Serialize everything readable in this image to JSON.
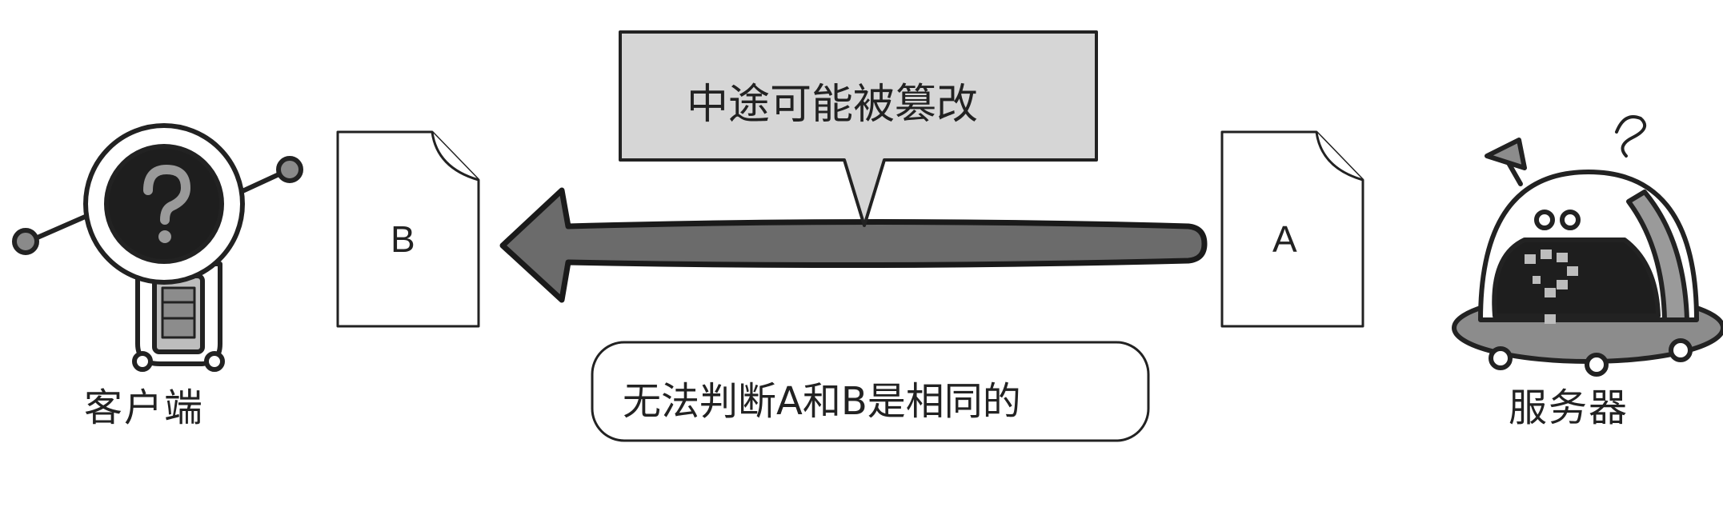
{
  "callout": {
    "text": "中途可能被篡改"
  },
  "note": {
    "text": "无法判断A和B是相同的"
  },
  "client": {
    "label": "客户端",
    "document_letter": "B"
  },
  "server": {
    "label": "服务器",
    "document_letter": "A"
  },
  "colors": {
    "arrow": "#6b6b6b",
    "callout_fill": "#d6d6d6",
    "outline": "#222222"
  },
  "icons": {
    "client": "confused-robot-icon",
    "server": "dome-robot-icon",
    "document": "document-icon"
  }
}
